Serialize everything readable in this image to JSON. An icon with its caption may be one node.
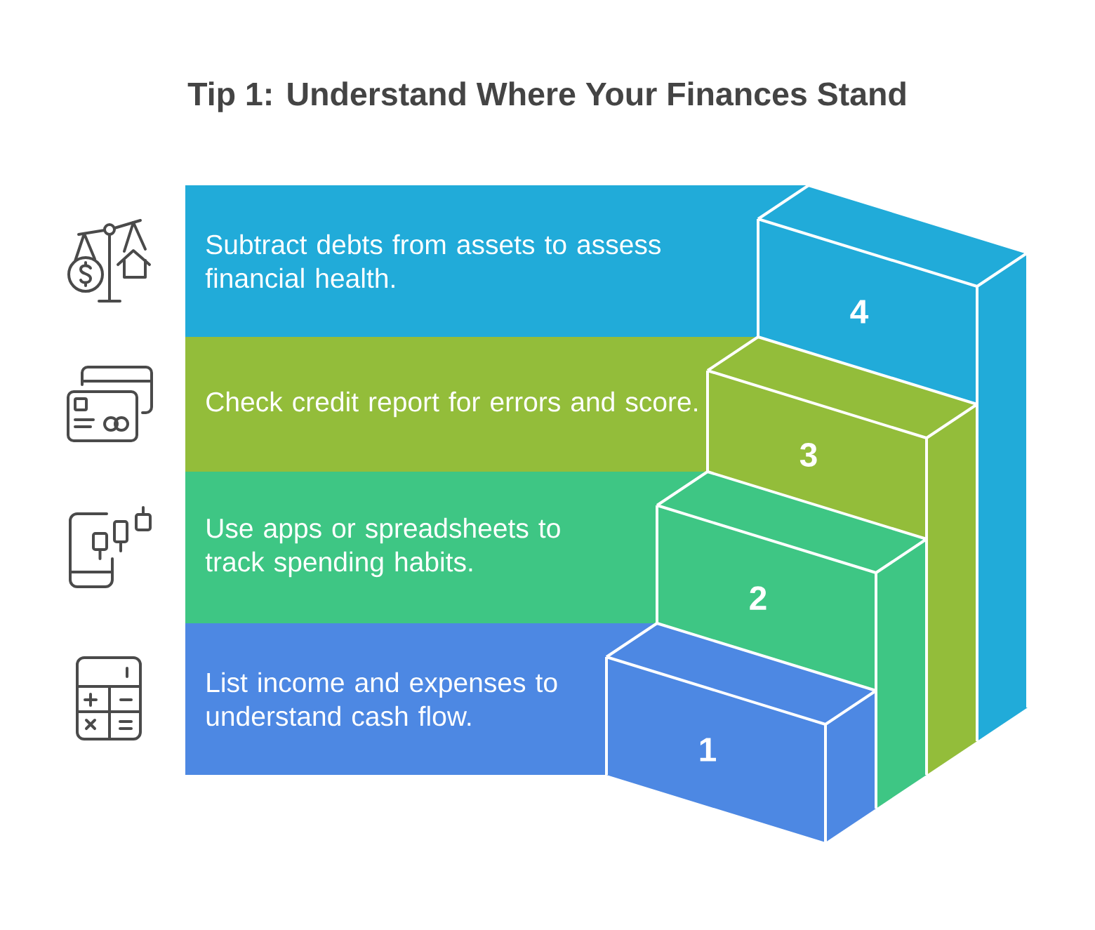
{
  "diagram": {
    "title": "Tip 1: Understand Where Your Finances Stand",
    "nodes": [
      {
        "text": [
          "Subtract debts from assets to assess financial health.",
          "4"
        ]
      },
      {
        "text": [
          "Check credit report for errors and score.",
          "3"
        ]
      },
      {
        "text": [
          "Use apps or spreadsheets to track spending habits.",
          "2"
        ]
      },
      {
        "text": [
          "List income and expenses to understand cash flow.",
          "1"
        ]
      }
    ]
  }
}
